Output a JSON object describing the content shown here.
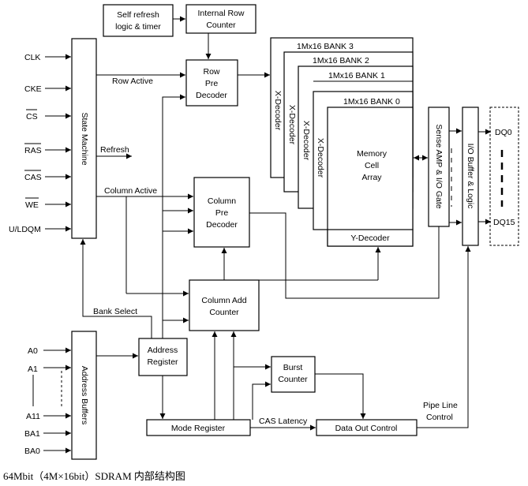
{
  "caption": "64Mbit（4M×16bit）SDRAM 内部结构图",
  "blocks": {
    "self_refresh": [
      "Self refresh",
      "logic & timer"
    ],
    "internal_row_counter": [
      "Internal Row",
      "Counter"
    ],
    "row_pre_decoder": [
      "Row",
      "Pre",
      "Decoder"
    ],
    "state_machine": "State Machine",
    "column_pre_decoder": [
      "Column",
      "Pre",
      "Decoder"
    ],
    "column_add_counter": [
      "Column Add",
      "Counter"
    ],
    "address_register": [
      "Address",
      "Register"
    ],
    "address_buffers": "Address Buffers",
    "burst_counter": [
      "Burst",
      "Counter"
    ],
    "mode_register": "Mode Register",
    "data_out_control": "Data Out Control",
    "memory_cell_array": [
      "Memory",
      "Cell",
      "Array"
    ],
    "y_decoder": "Y-Decoder",
    "x_decoder": "X-Decoder",
    "sense_amp": "Sense AMP & I/O Gate",
    "io_buffer": "I/O Buffer & Logic"
  },
  "banks": [
    "1Mx16 BANK 3",
    "1Mx16 BANK 2",
    "1Mx16 BANK 1",
    "1Mx16 BANK 0"
  ],
  "control_inputs": [
    "CLK",
    "CKE",
    "CS",
    "RAS",
    "CAS",
    "WE",
    "U/LDQM"
  ],
  "address_inputs": [
    "A0",
    "A1",
    "A11",
    "BA1",
    "BA0"
  ],
  "signals": {
    "row_active": "Row Active",
    "refresh": "Refresh",
    "column_active": "Column Active",
    "bank_select": "Bank Select",
    "cas_latency": "CAS Latency",
    "pipe_line_control": [
      "Pipe Line",
      "Control"
    ]
  },
  "dq": [
    "DQ0",
    "DQ15"
  ]
}
